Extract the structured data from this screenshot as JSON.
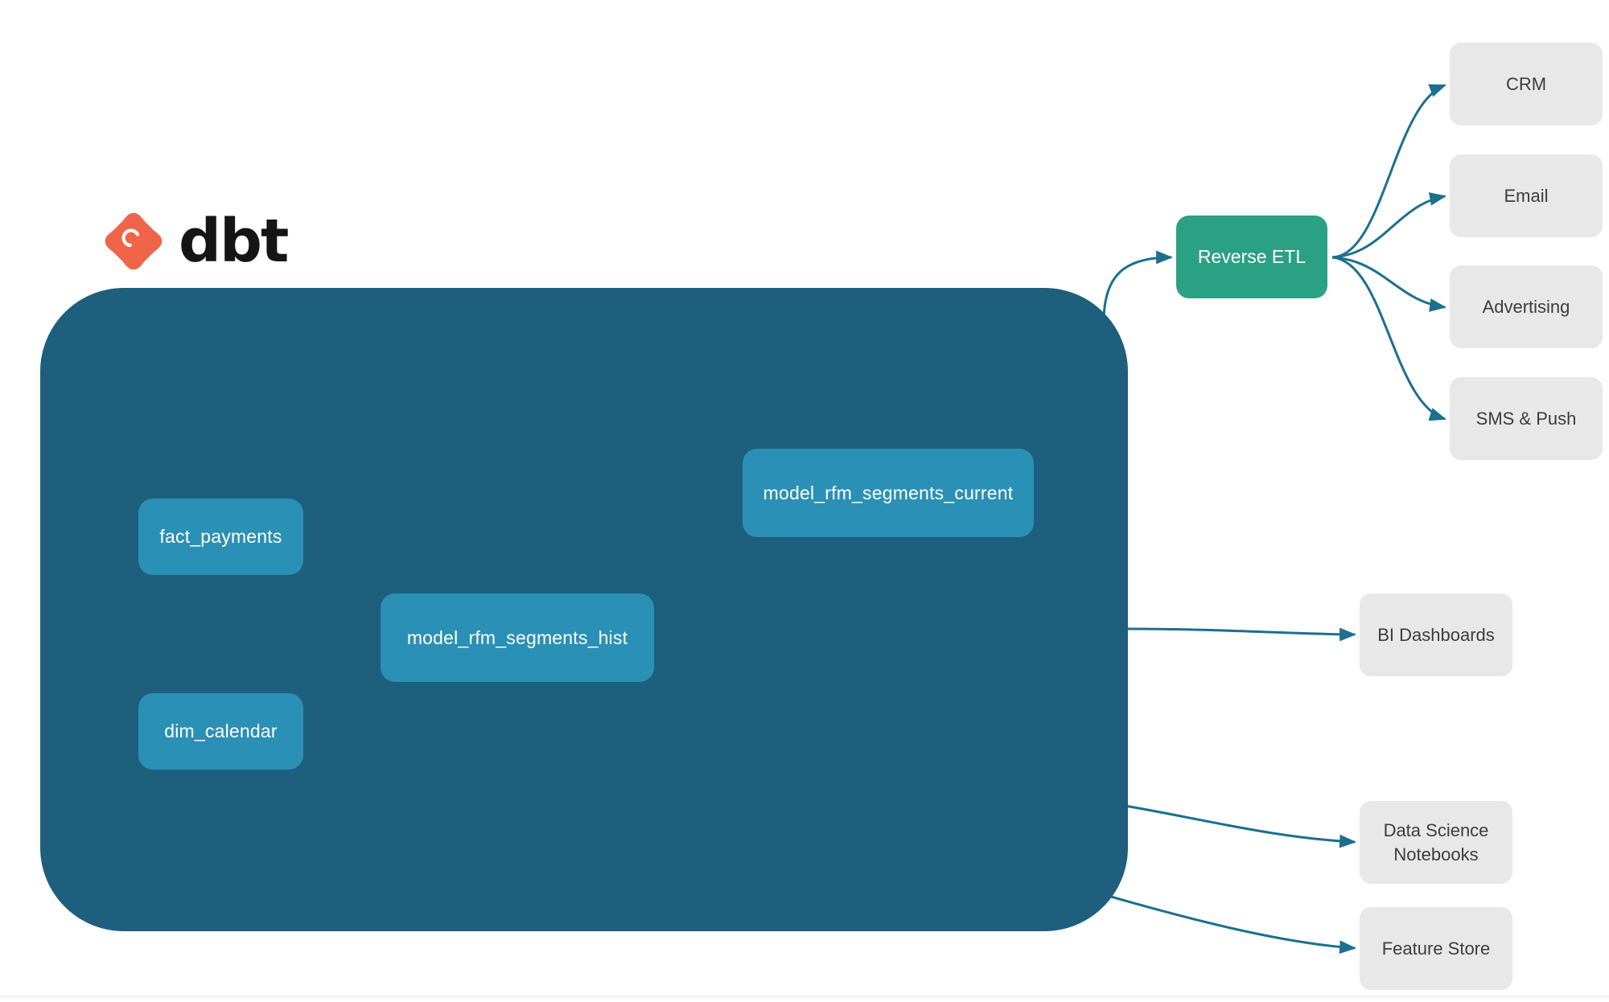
{
  "logo": {
    "name": "dbt-logo",
    "wordmark": "dbt",
    "mark_color": "#f0654a",
    "wordmark_color": "#151515"
  },
  "warehouse": {
    "name": "dbt-project-container",
    "fill": "#1e5f7d",
    "models": [
      {
        "id": "fact_payments",
        "label": "fact_payments"
      },
      {
        "id": "dim_calendar",
        "label": "dim_calendar"
      },
      {
        "id": "model_rfm_segments_hist",
        "label": "model_rfm_segments_hist"
      },
      {
        "id": "model_rfm_segments_current",
        "label": "model_rfm_segments_current"
      }
    ],
    "node_fill": "#2b90b5",
    "node_text_color": "#ffffff"
  },
  "reverse_etl": {
    "label": "Reverse ETL",
    "fill": "#2ba183",
    "text_color": "#ffffff"
  },
  "destinations": {
    "fill": "#e8e8e8",
    "text_color": "#3c3c3c",
    "activation": [
      {
        "id": "crm",
        "label": "CRM"
      },
      {
        "id": "email",
        "label": "Email"
      },
      {
        "id": "advertising",
        "label": "Advertising"
      },
      {
        "id": "sms_push",
        "label": "SMS & Push"
      }
    ],
    "analytics": [
      {
        "id": "bi_dashboards",
        "label": "BI Dashboards"
      },
      {
        "id": "data_science_notebooks",
        "label": "Data Science Notebooks"
      },
      {
        "id": "feature_store",
        "label": "Feature Store"
      }
    ]
  },
  "edges": {
    "internal_color": "#3a9ebf",
    "external_color": "#1d6f8e",
    "connections": [
      {
        "from": "fact_payments",
        "to": "model_rfm_segments_hist"
      },
      {
        "from": "dim_calendar",
        "to": "model_rfm_segments_hist"
      },
      {
        "from": "model_rfm_segments_hist",
        "to": "model_rfm_segments_current"
      },
      {
        "from": "model_rfm_segments_current",
        "to": "reverse_etl"
      },
      {
        "from": "model_rfm_segments_hist",
        "to": "bi_dashboards"
      },
      {
        "from": "model_rfm_segments_hist",
        "to": "data_science_notebooks"
      },
      {
        "from": "model_rfm_segments_hist",
        "to": "feature_store"
      },
      {
        "from": "reverse_etl",
        "to": "crm"
      },
      {
        "from": "reverse_etl",
        "to": "email"
      },
      {
        "from": "reverse_etl",
        "to": "advertising"
      },
      {
        "from": "reverse_etl",
        "to": "sms_push"
      }
    ]
  }
}
